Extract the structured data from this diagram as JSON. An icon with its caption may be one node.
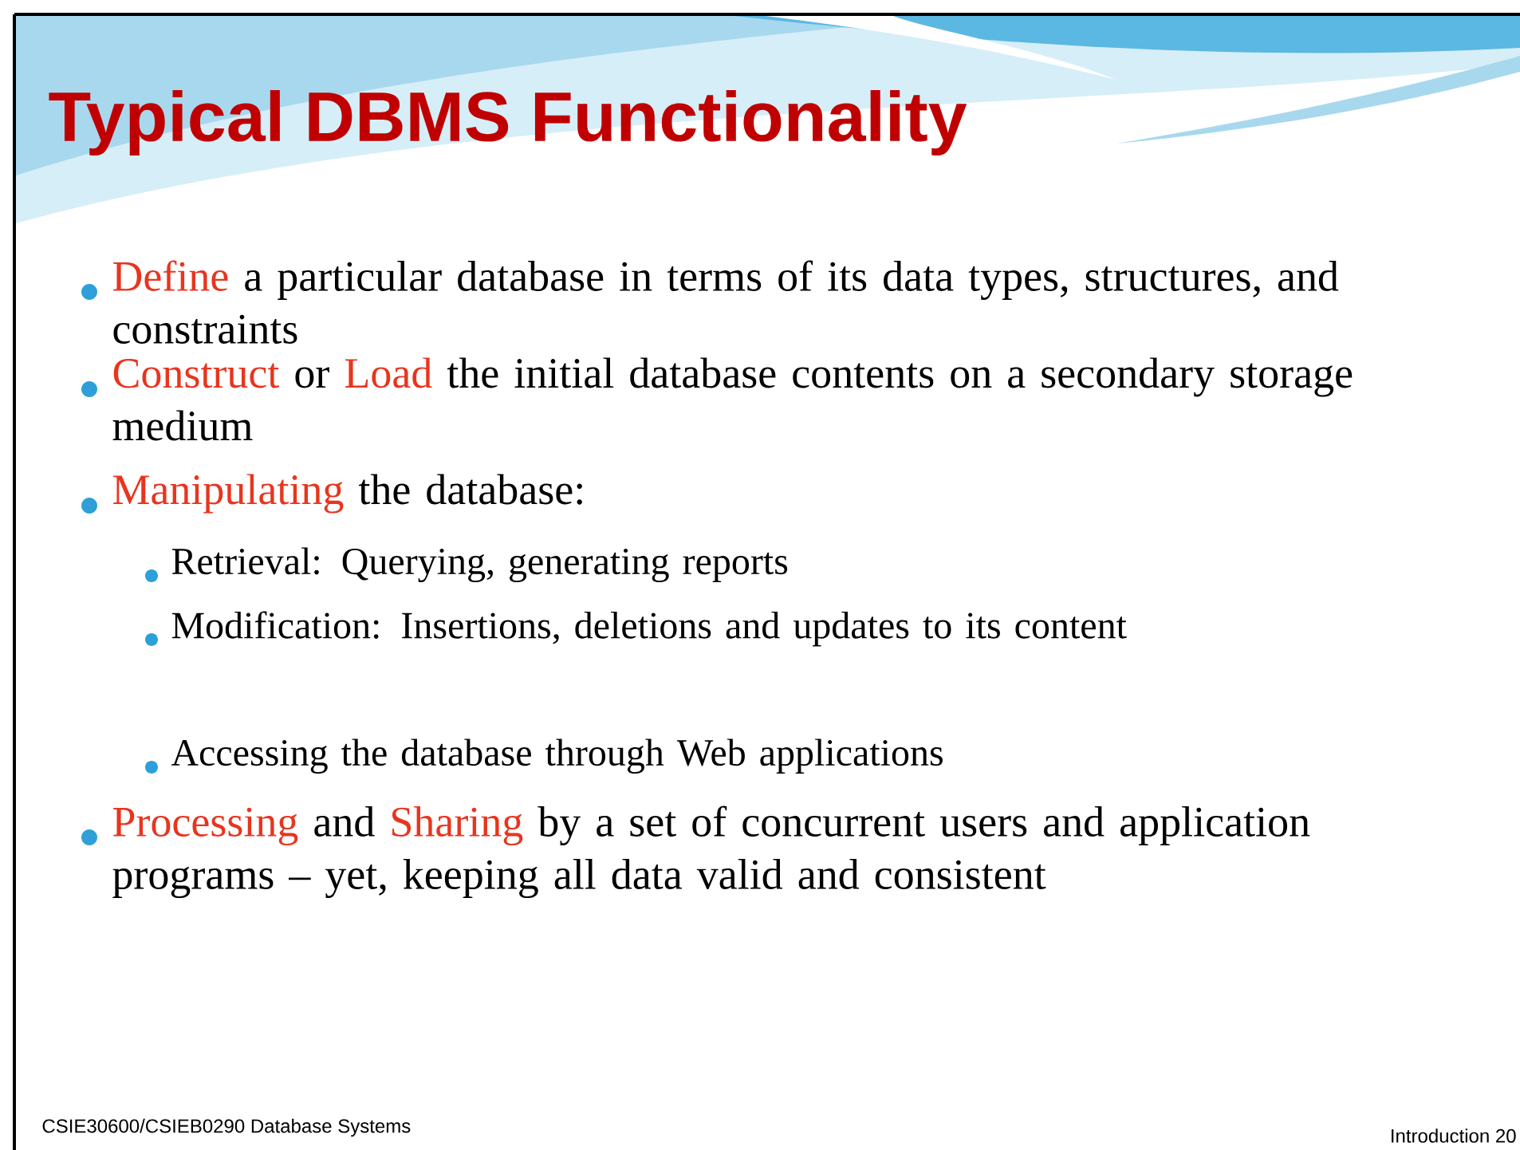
{
  "diagram": {
    "title": "Typical DBMS Functionality",
    "labels": [
      "Define",
      "a particular database in terms of its data types, structures, and constraints",
      "Construct",
      "or",
      "Load",
      "the initial database contents on a secondary storage medium",
      "Manipulating",
      "the database:",
      "Retrieval: Querying, generating reports",
      "Modification: Insertions, deletions and updates to its content",
      "Accessing the database through Web applications",
      "Processing",
      "and",
      "Sharing",
      "by a set of concurrent users and application programs – yet, keeping all data valid and consistent",
      "CSIE30600/CSIEB0290 Database Systems",
      "Introduction 20"
    ]
  }
}
